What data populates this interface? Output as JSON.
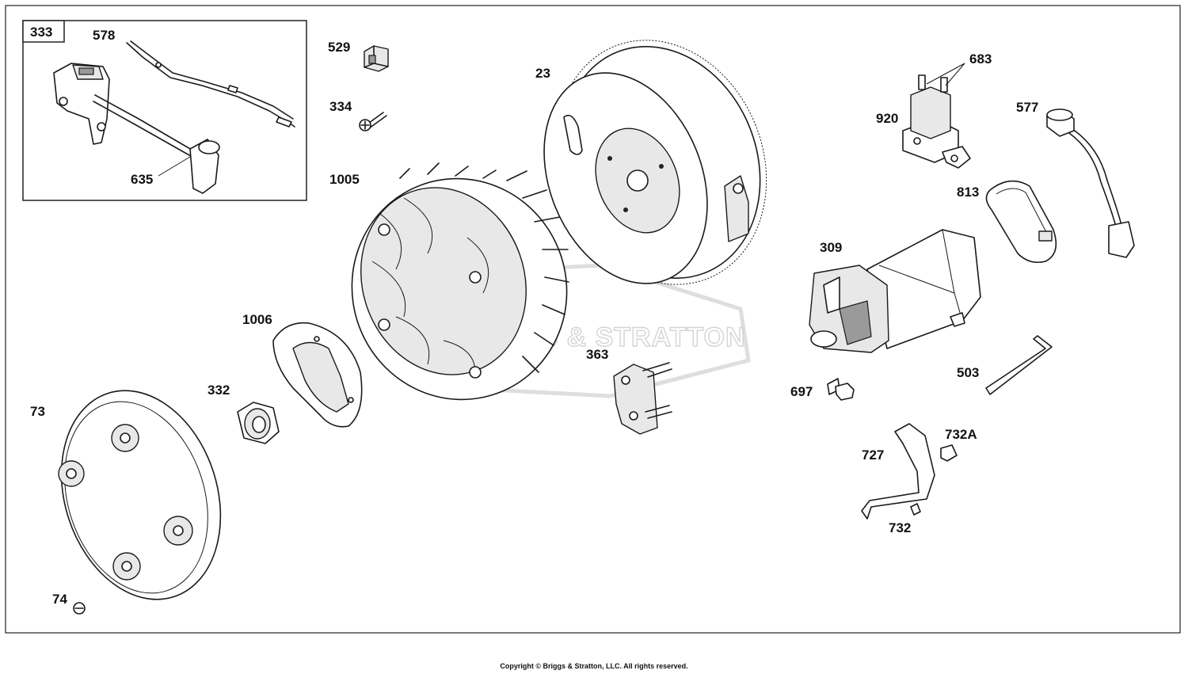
{
  "diagram": {
    "brand_watermark": "BRIGGS & STRATTON",
    "inset_label": "333",
    "part_labels": {
      "p578": "578",
      "p635": "635",
      "p529": "529",
      "p334": "334",
      "p1005": "1005",
      "p23": "23",
      "p683": "683",
      "p920": "920",
      "p577": "577",
      "p813": "813",
      "p309": "309",
      "p1006": "1006",
      "p363": "363",
      "p332": "332",
      "p73": "73",
      "p697": "697",
      "p503": "503",
      "p732A": "732A",
      "p727": "727",
      "p732": "732",
      "p74": "74"
    },
    "copyright": "Copyright © Briggs & Stratton, LLC. All rights reserved."
  }
}
